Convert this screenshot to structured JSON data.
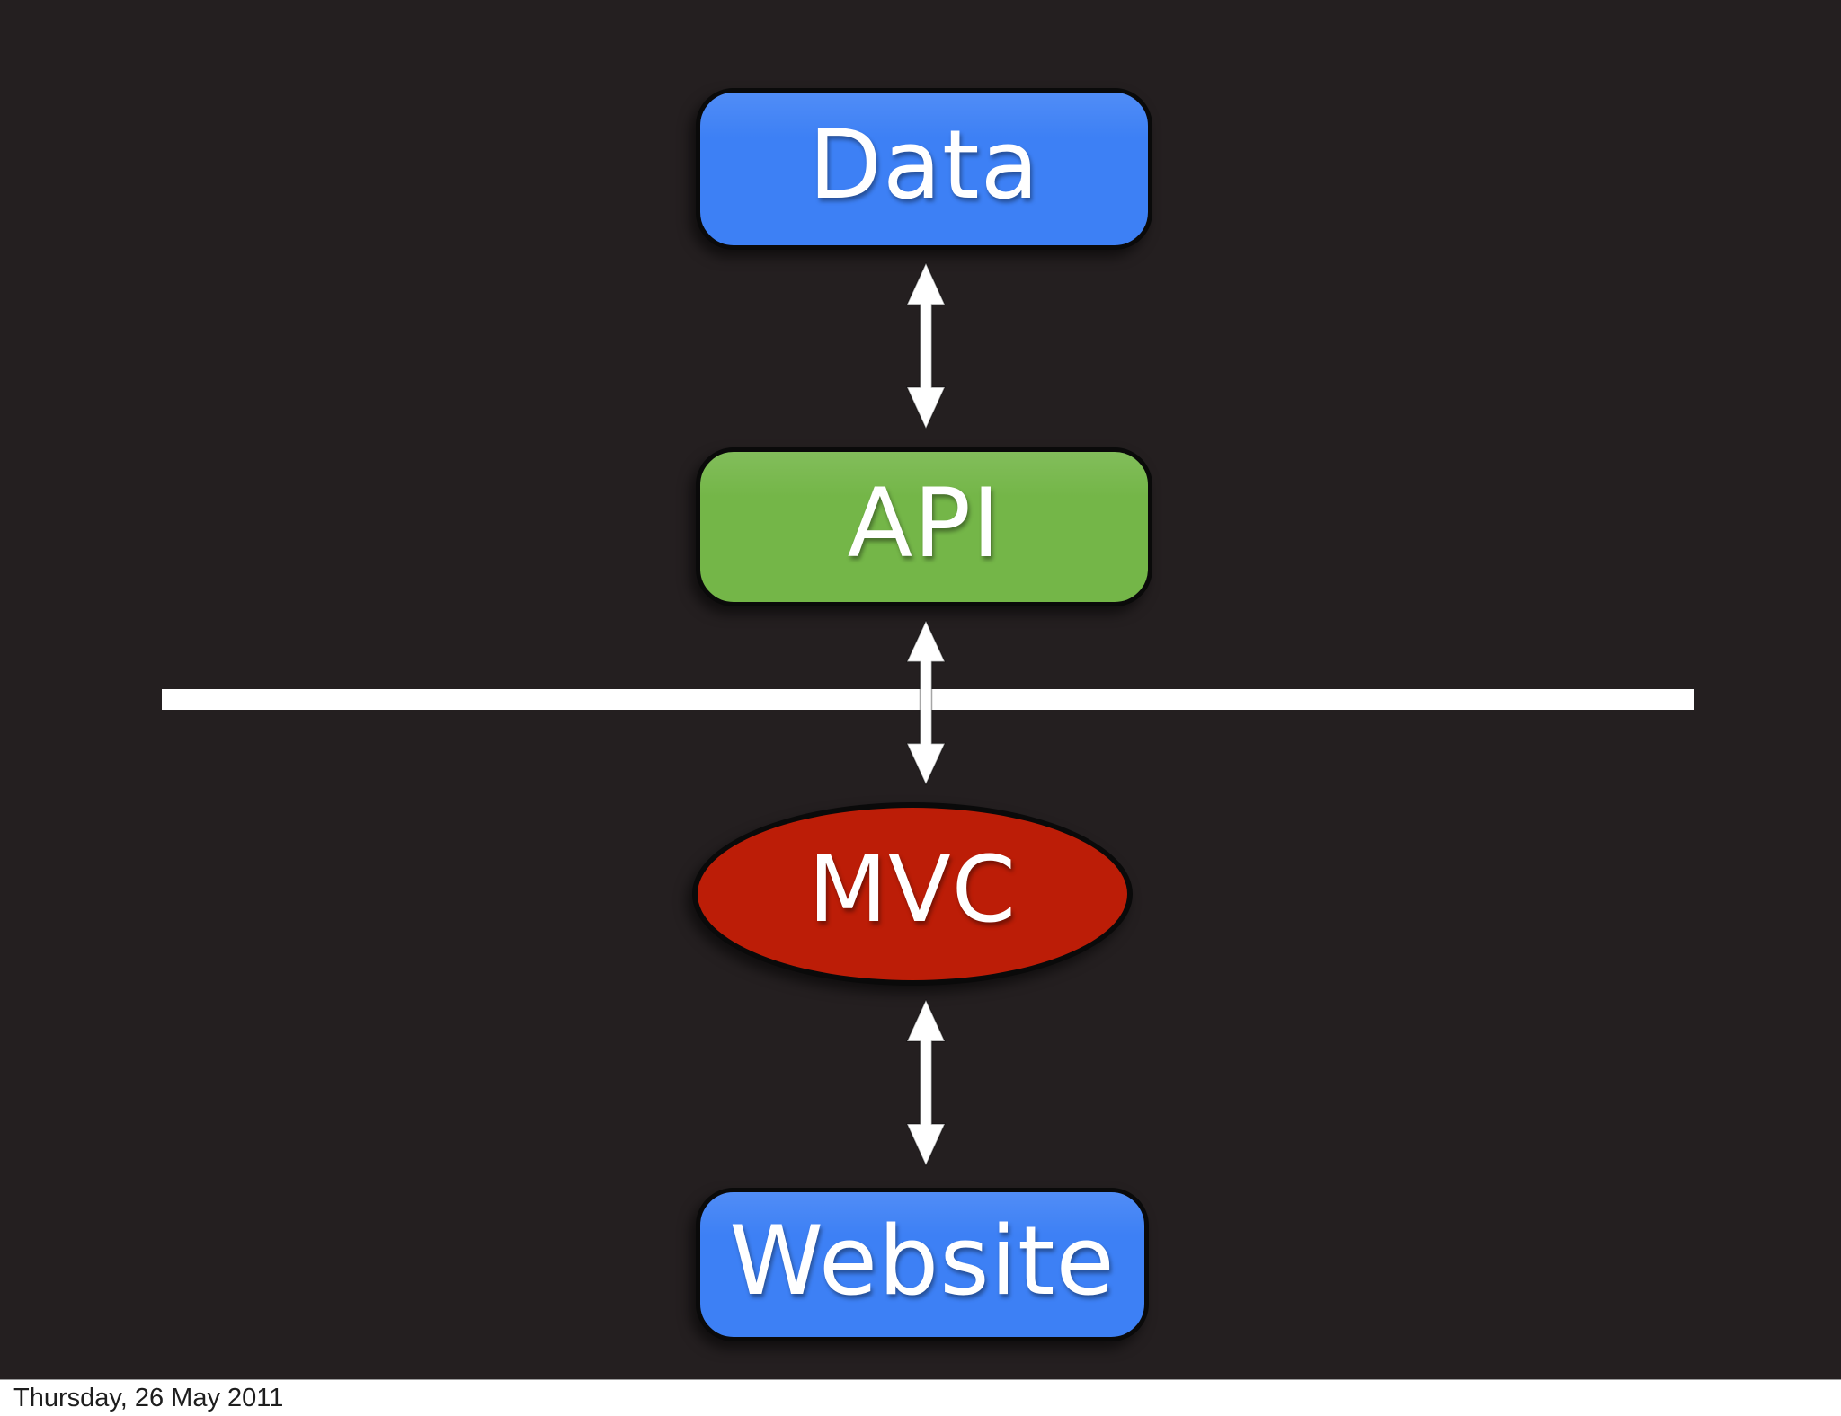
{
  "slide": {
    "background_color": "#241f20",
    "colors": {
      "node_blue": "#3d80f5",
      "node_green": "#74b648",
      "node_red": "#bc1d07",
      "node_outline": "#0a0a0a",
      "arrow": "#ffffff",
      "divider": "#ffffff",
      "label_text": "#ffffff"
    },
    "nodes": {
      "data": {
        "label": "Data",
        "shape": "rounded-rect",
        "color": "#3d80f5"
      },
      "api": {
        "label": "API",
        "shape": "rounded-rect",
        "color": "#74b648"
      },
      "mvc": {
        "label": "MVC",
        "shape": "ellipse",
        "color": "#bc1d07"
      },
      "website": {
        "label": "Website",
        "shape": "rounded-rect",
        "color": "#3d80f5"
      }
    },
    "connectors": [
      {
        "from": "Data",
        "to": "API",
        "type": "double-headed-arrow"
      },
      {
        "from": "API",
        "to": "MVC",
        "type": "double-headed-arrow",
        "crosses": "divider-line"
      },
      {
        "from": "MVC",
        "to": "Website",
        "type": "double-headed-arrow"
      }
    ],
    "divider": {
      "type": "horizontal-line",
      "color": "#ffffff"
    }
  },
  "footer": {
    "date_text": "Thursday, 26 May 2011",
    "background_color": "#ffffff",
    "text_color": "#1d1d1d"
  }
}
